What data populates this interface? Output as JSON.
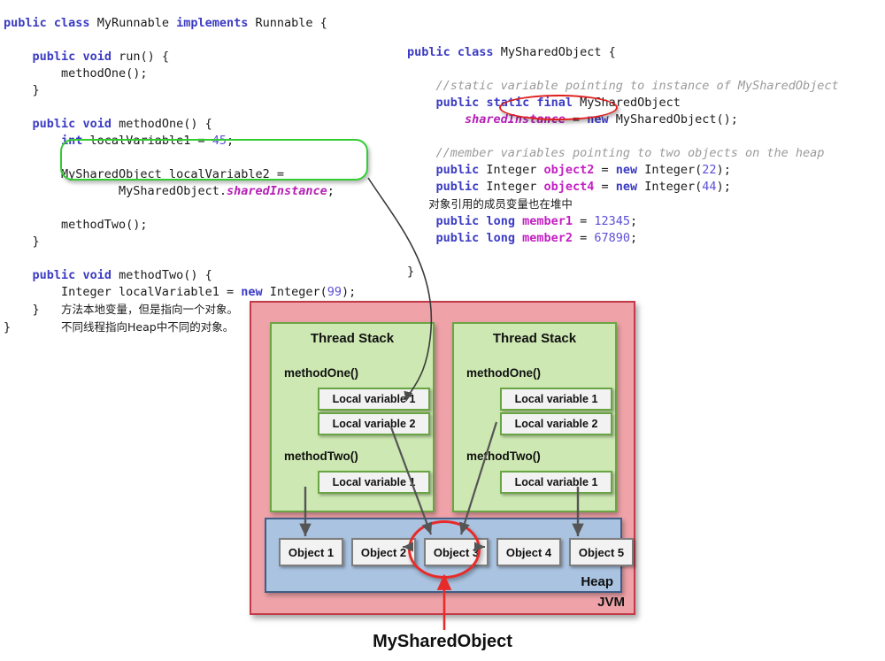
{
  "left_code": {
    "lines": [
      [
        {
          "t": "public",
          "c": "kw"
        },
        {
          "t": " ",
          "c": "plain"
        },
        {
          "t": "class",
          "c": "kw"
        },
        {
          "t": " MyRunnable ",
          "c": "plain"
        },
        {
          "t": "implements",
          "c": "kw"
        },
        {
          "t": " Runnable {",
          "c": "plain"
        }
      ],
      [
        {
          "t": "",
          "c": "plain"
        }
      ],
      [
        {
          "t": "    ",
          "c": "plain"
        },
        {
          "t": "public",
          "c": "kw"
        },
        {
          "t": " ",
          "c": "plain"
        },
        {
          "t": "void",
          "c": "kw"
        },
        {
          "t": " run() {",
          "c": "plain"
        }
      ],
      [
        {
          "t": "        methodOne();",
          "c": "plain"
        }
      ],
      [
        {
          "t": "    }",
          "c": "plain"
        }
      ],
      [
        {
          "t": "",
          "c": "plain"
        }
      ],
      [
        {
          "t": "    ",
          "c": "plain"
        },
        {
          "t": "public",
          "c": "kw"
        },
        {
          "t": " ",
          "c": "plain"
        },
        {
          "t": "void",
          "c": "kw"
        },
        {
          "t": " methodOne() {",
          "c": "plain"
        }
      ],
      [
        {
          "t": "        ",
          "c": "plain"
        },
        {
          "t": "int",
          "c": "kw"
        },
        {
          "t": " localVariable1 = ",
          "c": "plain"
        },
        {
          "t": "45",
          "c": "num"
        },
        {
          "t": ";",
          "c": "plain"
        }
      ],
      [
        {
          "t": "",
          "c": "plain"
        }
      ],
      [
        {
          "t": "        MySharedObject localVariable2 =",
          "c": "plain"
        }
      ],
      [
        {
          "t": "                MySharedObject.",
          "c": "plain"
        },
        {
          "t": "sharedInstance",
          "c": "ital"
        },
        {
          "t": ";",
          "c": "plain"
        }
      ],
      [
        {
          "t": "",
          "c": "plain"
        }
      ],
      [
        {
          "t": "        methodTwo();",
          "c": "plain"
        }
      ],
      [
        {
          "t": "    }",
          "c": "plain"
        }
      ],
      [
        {
          "t": "",
          "c": "plain"
        }
      ],
      [
        {
          "t": "    ",
          "c": "plain"
        },
        {
          "t": "public",
          "c": "kw"
        },
        {
          "t": " ",
          "c": "plain"
        },
        {
          "t": "void",
          "c": "kw"
        },
        {
          "t": " methodTwo() {",
          "c": "plain"
        }
      ],
      [
        {
          "t": "        Integer localVariable1 = ",
          "c": "plain"
        },
        {
          "t": "new",
          "c": "kw"
        },
        {
          "t": " Integer(",
          "c": "plain"
        },
        {
          "t": "99",
          "c": "num"
        },
        {
          "t": ");",
          "c": "plain"
        }
      ],
      [
        {
          "t": "    }   ",
          "c": "plain"
        },
        {
          "t": "方法本地变量，但是指向一个对象。",
          "c": "cjk"
        }
      ],
      [
        {
          "t": "}       ",
          "c": "plain"
        },
        {
          "t": "不同线程指向Heap中不同的对象。",
          "c": "cjk"
        }
      ]
    ]
  },
  "right_code": {
    "lines": [
      [
        {
          "t": "public",
          "c": "kw"
        },
        {
          "t": " ",
          "c": "plain"
        },
        {
          "t": "class",
          "c": "kw"
        },
        {
          "t": " MySharedObject {",
          "c": "plain"
        }
      ],
      [
        {
          "t": "",
          "c": "plain"
        }
      ],
      [
        {
          "t": "    ",
          "c": "plain"
        },
        {
          "t": "//static variable pointing to instance of MySharedObject",
          "c": "cmt"
        }
      ],
      [
        {
          "t": "    ",
          "c": "plain"
        },
        {
          "t": "public",
          "c": "kw"
        },
        {
          "t": " ",
          "c": "plain"
        },
        {
          "t": "static",
          "c": "kw"
        },
        {
          "t": " ",
          "c": "plain"
        },
        {
          "t": "final",
          "c": "kw"
        },
        {
          "t": " MySharedObject",
          "c": "plain"
        }
      ],
      [
        {
          "t": "        ",
          "c": "plain"
        },
        {
          "t": "sharedInstance",
          "c": "ital"
        },
        {
          "t": " = ",
          "c": "plain"
        },
        {
          "t": "new",
          "c": "kw"
        },
        {
          "t": " MySharedObject();",
          "c": "plain"
        }
      ],
      [
        {
          "t": "",
          "c": "plain"
        }
      ],
      [
        {
          "t": "    ",
          "c": "plain"
        },
        {
          "t": "//member variables pointing to two objects on the heap",
          "c": "cmt"
        }
      ],
      [
        {
          "t": "    ",
          "c": "plain"
        },
        {
          "t": "public",
          "c": "kw"
        },
        {
          "t": " Integer ",
          "c": "plain"
        },
        {
          "t": "object2",
          "c": "mem"
        },
        {
          "t": " = ",
          "c": "plain"
        },
        {
          "t": "new",
          "c": "kw"
        },
        {
          "t": " Integer(",
          "c": "plain"
        },
        {
          "t": "22",
          "c": "num"
        },
        {
          "t": ");",
          "c": "plain"
        }
      ],
      [
        {
          "t": "    ",
          "c": "plain"
        },
        {
          "t": "public",
          "c": "kw"
        },
        {
          "t": " Integer ",
          "c": "plain"
        },
        {
          "t": "object4",
          "c": "mem"
        },
        {
          "t": " = ",
          "c": "plain"
        },
        {
          "t": "new",
          "c": "kw"
        },
        {
          "t": " Integer(",
          "c": "plain"
        },
        {
          "t": "44",
          "c": "num"
        },
        {
          "t": ");",
          "c": "plain"
        }
      ],
      [
        {
          "t": "   ",
          "c": "plain"
        },
        {
          "t": "对象引用的成员变量也在堆中",
          "c": "cjk"
        }
      ],
      [
        {
          "t": "    ",
          "c": "plain"
        },
        {
          "t": "public",
          "c": "kw"
        },
        {
          "t": " ",
          "c": "plain"
        },
        {
          "t": "long",
          "c": "kw"
        },
        {
          "t": " ",
          "c": "plain"
        },
        {
          "t": "member1",
          "c": "mem"
        },
        {
          "t": " = ",
          "c": "plain"
        },
        {
          "t": "12345",
          "c": "num"
        },
        {
          "t": ";",
          "c": "plain"
        }
      ],
      [
        {
          "t": "    ",
          "c": "plain"
        },
        {
          "t": "public",
          "c": "kw"
        },
        {
          "t": " ",
          "c": "plain"
        },
        {
          "t": "long",
          "c": "kw"
        },
        {
          "t": " ",
          "c": "plain"
        },
        {
          "t": "member2",
          "c": "mem"
        },
        {
          "t": " = ",
          "c": "plain"
        },
        {
          "t": "67890",
          "c": "num"
        },
        {
          "t": ";",
          "c": "plain"
        }
      ],
      [
        {
          "t": "",
          "c": "plain"
        }
      ],
      [
        {
          "t": "}",
          "c": "plain"
        }
      ]
    ]
  },
  "diagram": {
    "jvm_label": "JVM",
    "heap_label": "Heap",
    "thread_stacks": [
      {
        "title": "Thread Stack",
        "frames": [
          {
            "name": "methodOne()",
            "vars": [
              "Local variable 1",
              "Local variable 2"
            ]
          },
          {
            "name": "methodTwo()",
            "vars": [
              "Local variable 1"
            ]
          }
        ]
      },
      {
        "title": "Thread Stack",
        "frames": [
          {
            "name": "methodOne()",
            "vars": [
              "Local variable 1",
              "Local variable 2"
            ]
          },
          {
            "name": "methodTwo()",
            "vars": [
              "Local variable 1"
            ]
          }
        ]
      }
    ],
    "heap_objects": [
      "Object 1",
      "Object 2",
      "Object 3",
      "Object 4",
      "Object 5"
    ]
  },
  "bottom_title": "MySharedObject",
  "colors": {
    "jvm_fill": "#efa3a9",
    "jvm_border": "#c23a47",
    "stack_fill": "#cde8b2",
    "stack_border": "#6aa544",
    "heap_fill": "#a9c3e0",
    "heap_border": "#3f5d85",
    "box_fill": "#f2f2f2",
    "box_border": "#7d7d7d",
    "highlight_green": "#33cc33",
    "highlight_red": "#e02020",
    "keyword": "#3b3bc4",
    "number": "#5b4fd6",
    "member": "#c31fc3",
    "comment": "#9a9a9a",
    "arrow": "#4a4a4a"
  }
}
